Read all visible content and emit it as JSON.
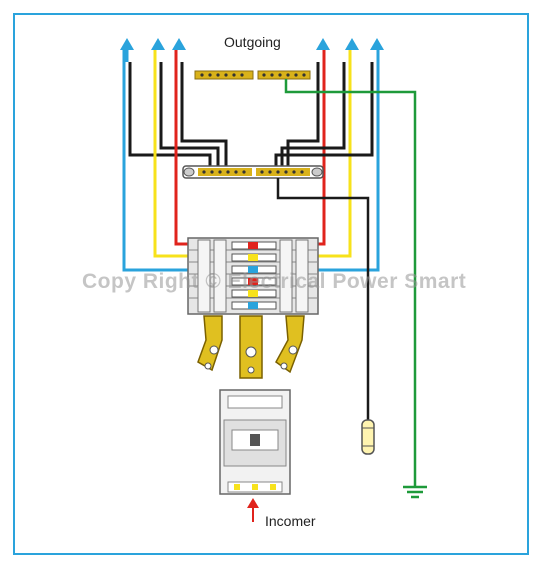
{
  "labels": {
    "outgoing": "Outgoing",
    "incomer": "Incomer",
    "watermark": "Copy Right © Electrical Power Smart"
  },
  "colors": {
    "border": "#2aa3dc",
    "wire_blue": "#2aa3dc",
    "wire_yellow": "#f7e21b",
    "wire_red": "#e0231c",
    "wire_black": "#1a1a1a",
    "earth_green": "#1e9a3a",
    "busbar_brass": "#d9b21a",
    "breaker_grey": "#e6e6e6",
    "incomer_arrow": "#e0231c"
  },
  "icons": {
    "outgoing_arrows": "up-arrow-icon",
    "earth": "earth-ground-icon",
    "fuse": "fuse-icon",
    "incomer_arrow": "up-arrow-icon"
  }
}
